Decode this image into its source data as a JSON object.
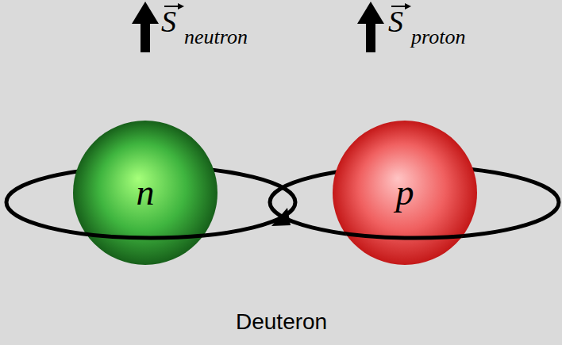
{
  "diagram": {
    "caption": "Deuteron",
    "nodes": [
      {
        "text": [
          "n"
        ]
      },
      {
        "text": [
          "p"
        ]
      }
    ],
    "labels": [
      "S",
      "neutron",
      "S",
      "proton"
    ]
  }
}
